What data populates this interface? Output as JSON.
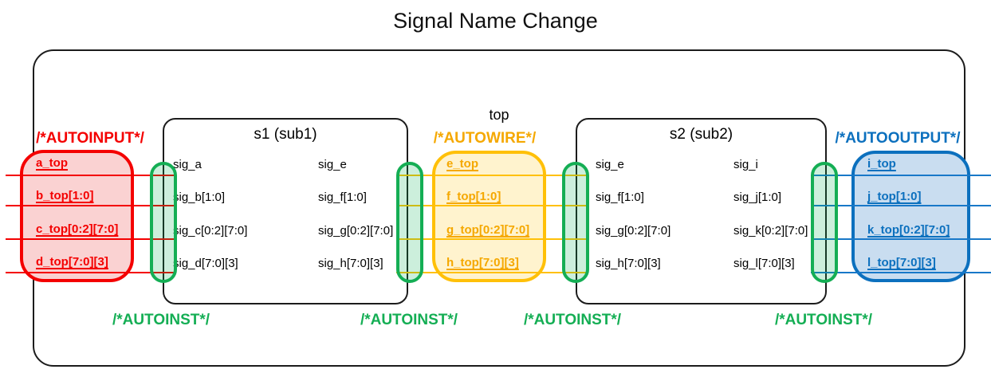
{
  "title": "Signal Name Change",
  "diagram": {
    "top_label": "top",
    "modules": [
      {
        "id": "s1",
        "title": "s1 (sub1)",
        "left_ports": [
          "sig_a",
          "sig_b[1:0]",
          "sig_c[0:2][7:0]",
          "sig_d[7:0][3]"
        ],
        "right_ports": [
          "sig_e",
          "sig_f[1:0]",
          "sig_g[0:2][7:0]",
          "sig_h[7:0][3]"
        ]
      },
      {
        "id": "s2",
        "title": "s2 (sub2)",
        "left_ports": [
          "sig_e",
          "sig_f[1:0]",
          "sig_g[0:2][7:0]",
          "sig_h[7:0][3]"
        ],
        "right_ports": [
          "sig_i",
          "sig_j[1:0]",
          "sig_k[0:2][7:0]",
          "sig_l[7:0][3]"
        ]
      }
    ],
    "autoinput": {
      "label": "/*AUTOINPUT*/",
      "signals": [
        "a_top",
        "b_top[1:0]",
        "c_top[0:2][7:0]",
        "d_top[7:0][3]"
      ]
    },
    "autowire": {
      "label": "/*AUTOWIRE*/",
      "signals": [
        "e_top",
        "f_top[1:0]",
        "g_top[0:2][7:0]",
        "h_top[7:0][3]"
      ]
    },
    "autooutput": {
      "label": "/*AUTOOUTPUT*/",
      "signals": [
        "i_top",
        "j_top[1:0]",
        "k_top[0:2][7:0]",
        "l_top[7:0][3]"
      ]
    },
    "autoinst_label": "/*AUTOINST*/",
    "autoinst_count": 4
  },
  "colors": {
    "red": "#F40000",
    "red-fill": "#FAD2D2",
    "gold": "#FFC008",
    "gold-text": "#F5A800",
    "gold-fill": "#FFF3CE",
    "blue": "#0C70BE",
    "blue-wire": "#1878C8",
    "blue-fill": "#C9DDF0",
    "green": "#14AE54",
    "green-fill": "rgba(0,176,80,0.20)"
  }
}
